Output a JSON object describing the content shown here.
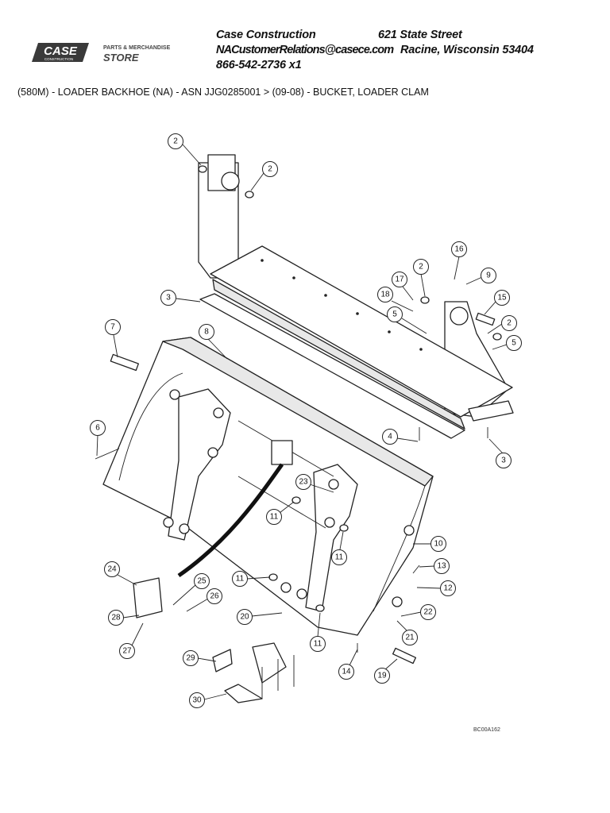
{
  "logo": {
    "brand": "CASE",
    "sub": "CONSTRUCTION",
    "store_line1": "PARTS & MERCHANDISE",
    "store_line2": "STORE"
  },
  "header": {
    "company": "Case Construction",
    "street": "621 State Street",
    "email": "NACustomerRelations@casece.com",
    "city": "Racine, Wisconsin 53404",
    "phone": "866-542-2736 x1"
  },
  "breadcrumb": "(580M) - LOADER BACKHOE (NA) - ASN JJG0285001 > (09-08) - BUCKET, LOADER CLAM",
  "drawing_code": "BC00A162",
  "callouts": [
    "2",
    "2",
    "3",
    "7",
    "8",
    "6",
    "4",
    "3",
    "2",
    "16",
    "9",
    "17",
    "18",
    "5",
    "15",
    "2",
    "5",
    "23",
    "11",
    "11",
    "10",
    "13",
    "12",
    "24",
    "25",
    "26",
    "28",
    "27",
    "11",
    "20",
    "22",
    "21",
    "11",
    "14",
    "19",
    "29",
    "30"
  ]
}
